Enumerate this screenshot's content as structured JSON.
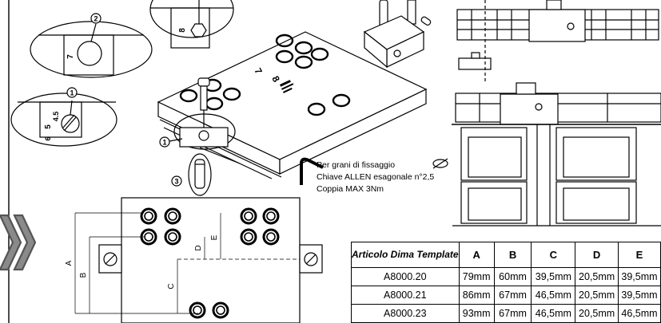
{
  "callouts": {
    "top_left_number": "7",
    "top_center_number": "8",
    "mid_left_numbers": [
      "5",
      "4.5",
      "6"
    ],
    "markers": [
      "1",
      "2",
      "3"
    ]
  },
  "plate_marks": [
    "7",
    "8"
  ],
  "note": {
    "line1": "Per grani di fissaggio",
    "line2": "Chiave ALLEN esagonale n°2,5",
    "line3": "Coppia MAX 3Nm"
  },
  "dimension_labels": [
    "A",
    "B",
    "C",
    "D",
    "E"
  ],
  "table": {
    "headers": [
      "Articolo Dima Template",
      "A",
      "B",
      "C",
      "D",
      "E"
    ],
    "rows": [
      [
        "A8000.20",
        "79mm",
        "60mm",
        "39,5mm",
        "20,5mm",
        "39,5mm"
      ],
      [
        "A8000.21",
        "86mm",
        "67mm",
        "46,5mm",
        "20,5mm",
        "39,5mm"
      ],
      [
        "A8000.23",
        "93mm",
        "67mm",
        "46,5mm",
        "20,5mm",
        "46,5mm"
      ]
    ]
  },
  "icons": [
    "double-chevron-right-icon",
    "allen-key-icon",
    "hexagon-icon",
    "circle-slash-icon"
  ]
}
